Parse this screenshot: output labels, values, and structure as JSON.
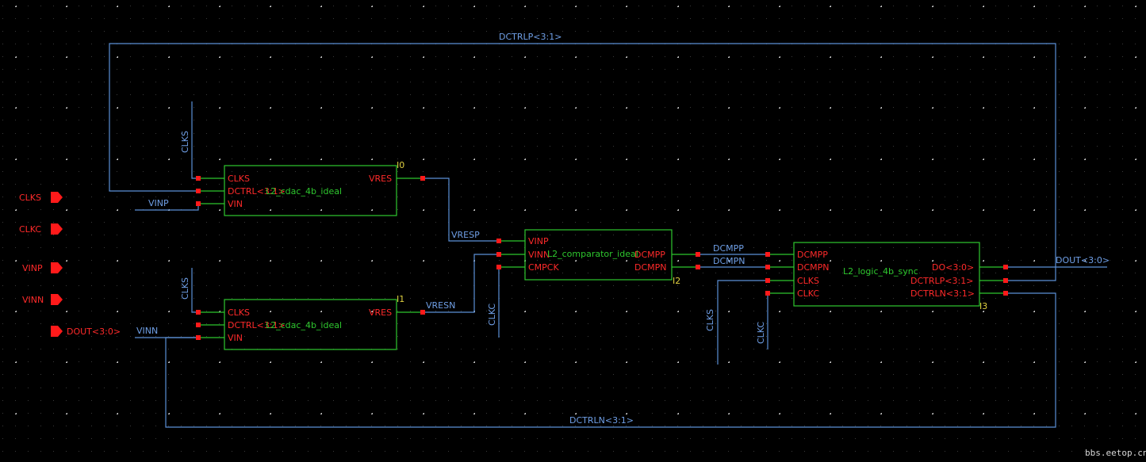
{
  "colors": {
    "wire": "#5b8fd6",
    "symbol": "#2ec72e",
    "pin": "#ff1a1a",
    "instance": "#e0d040",
    "background": "#000000"
  },
  "ports": [
    "CLKS",
    "CLKC",
    "VINP",
    "VINN",
    "DOUT<3:0>"
  ],
  "cdac_top": {
    "pins_left": [
      "CLKS",
      "DCTRL<3:1>",
      "VIN"
    ],
    "pin_right": "VRES",
    "cell": "L2_cdac_4b_ideal",
    "inst": "I0"
  },
  "cdac_bot": {
    "pins_left": [
      "CLKS",
      "DCTRL<3:1>",
      "VIN"
    ],
    "pin_right": "VRES",
    "cell": "L2_cdac_4b_ideal",
    "inst": "I1"
  },
  "comparator": {
    "pins_left": [
      "VINP",
      "VINN",
      "CMPCK"
    ],
    "pins_right": [
      "DCMPP",
      "DCMPN"
    ],
    "cell": "L2_comparator_ideal",
    "inst": "I2"
  },
  "logic": {
    "pins_left": [
      "DCMPP",
      "DCMPN",
      "CLKS",
      "CLKC"
    ],
    "pins_right": [
      "DO<3:0>",
      "DCTRLP<3:1>",
      "DCTRLN<3:1>"
    ],
    "cell": "L2_logic_4b_sync",
    "inst": "I3"
  },
  "nets": {
    "dctrlp": "DCTRLP<3:1>",
    "dctrln": "DCTRLN<3:1>",
    "clks_top": "CLKS",
    "clks_bot": "CLKS",
    "clks_logic": "CLKS",
    "clkc_cmp": "CLKC",
    "clkc_logic": "CLKC",
    "vinp": "VINP",
    "vinn": "VINN",
    "vresp": "VRESP",
    "vresn": "VRESN",
    "dcmpp": "DCMPP",
    "dcmpn": "DCMPN",
    "dout": "DOUT<3:0>"
  },
  "watermark": "bbs.eetop.cn"
}
